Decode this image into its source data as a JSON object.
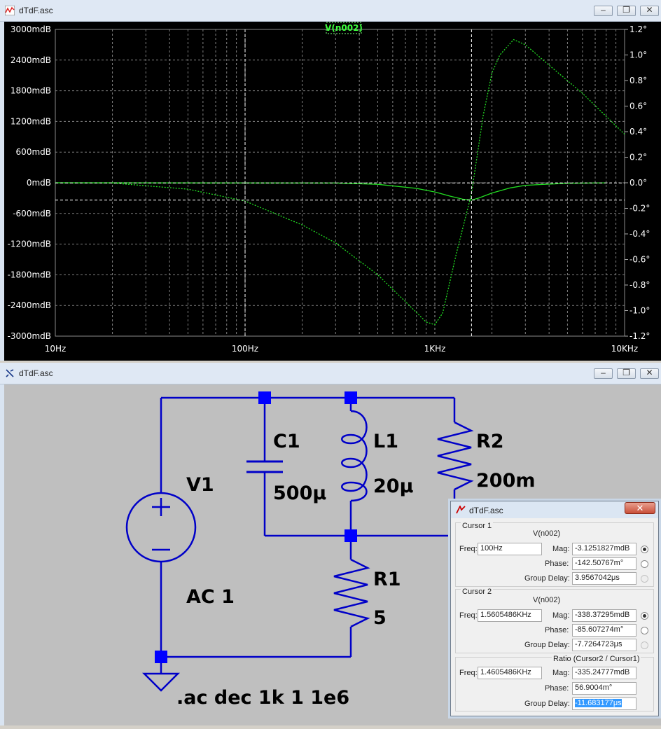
{
  "plot_window": {
    "title": "dTdF.asc",
    "trace_name": "V(n002)",
    "buttons": {
      "minimize": "‒",
      "restore": "❐",
      "close": "✕"
    }
  },
  "chart_data": {
    "type": "line",
    "x_scale": "log",
    "xlim": [
      "10Hz",
      "10KHz"
    ],
    "x_ticks": [
      "10Hz",
      "100Hz",
      "1KHz",
      "10KHz"
    ],
    "left_ylim": [
      -3000,
      3000
    ],
    "left_ticks": [
      "3000mdB",
      "2400mdB",
      "1800mdB",
      "1200mdB",
      "600mdB",
      "0mdB",
      "-600mdB",
      "-1200mdB",
      "-1800mdB",
      "-2400mdB",
      "-3000mdB"
    ],
    "right_ylim": [
      -1.2,
      1.2
    ],
    "right_ticks": [
      "1.2°",
      "1.0°",
      "0.8°",
      "0.6°",
      "0.4°",
      "0.2°",
      "0.0°",
      "-0.2°",
      "-0.4°",
      "-0.6°",
      "-0.8°",
      "-1.0°",
      "-1.2°"
    ],
    "grid": true,
    "series": [
      {
        "name": "V(n002)",
        "quantity": "magnitude",
        "axis": "left",
        "style": "solid",
        "x": [
          10,
          300,
          500,
          800,
          1000,
          1200,
          1400,
          1560,
          1700,
          2000,
          2500,
          3000,
          5000,
          8000
        ],
        "y": [
          0,
          -5,
          -30,
          -110,
          -180,
          -260,
          -320,
          -338,
          -300,
          -200,
          -100,
          -50,
          -10,
          -2
        ]
      },
      {
        "name": "V(n002)",
        "quantity": "phase",
        "axis": "right",
        "style": "dotted",
        "x": [
          10,
          20,
          50,
          100,
          200,
          300,
          500,
          700,
          900,
          1000,
          1100,
          1300,
          1560,
          1800,
          2000,
          2200,
          2600,
          3000,
          4000,
          6000,
          10000
        ],
        "y": [
          0,
          -0.002,
          -0.05,
          -0.143,
          -0.33,
          -0.47,
          -0.72,
          -0.93,
          -1.09,
          -1.11,
          -1.02,
          -0.55,
          -0.086,
          0.53,
          0.86,
          1.0,
          1.12,
          1.08,
          0.92,
          0.7,
          0.38
        ]
      }
    ]
  },
  "schematic_window": {
    "title": "dTdF.asc",
    "labels": {
      "v1": "V1",
      "v1_value": "AC 1",
      "c1": "C1",
      "c1_value": "500μ",
      "l1": "L1",
      "l1_value": "20μ",
      "r2": "R2",
      "r2_value": "200m",
      "r1": "R1",
      "r1_value": "5",
      "directive": ".ac dec 1k 1 1e6"
    }
  },
  "cursor_dialog": {
    "title": "dTdF.asc",
    "close": "✕",
    "cursor1": {
      "label": "Cursor 1",
      "trace": "V(n002)",
      "freq_label": "Freq:",
      "freq": "100Hz",
      "mag_label": "Mag:",
      "mag": "-3.1251827mdB",
      "phase_label": "Phase:",
      "phase": "-142.50767m°",
      "gd_label": "Group Delay:",
      "gd": "3.9567042μs"
    },
    "cursor2": {
      "label": "Cursor 2",
      "trace": "V(n002)",
      "freq_label": "Freq:",
      "freq": "1.5605486KHz",
      "mag_label": "Mag:",
      "mag": "-338.37295mdB",
      "phase_label": "Phase:",
      "phase": "-85.607274m°",
      "gd_label": "Group Delay:",
      "gd": "-7.7264723μs"
    },
    "ratio": {
      "label": "Ratio (Cursor2 / Cursor1)",
      "freq_label": "Freq:",
      "freq": "1.4605486KHz",
      "mag_label": "Mag:",
      "mag": "-335.24777mdB",
      "phase_label": "Phase:",
      "phase": "56.9004m°",
      "gd_label": "Group Delay:",
      "gd": "-11.683177μs"
    }
  }
}
